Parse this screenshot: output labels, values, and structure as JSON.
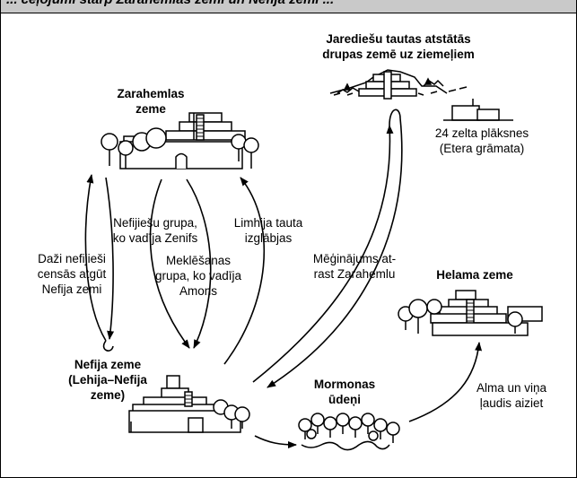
{
  "header": {
    "title": "... ceļojumi starp Zarahemlas zemi un Nefija zemi ..."
  },
  "places": {
    "zarahemla": [
      "Zarahemlas",
      "zeme"
    ],
    "jaredites": [
      "Jarediešu tautas atstātās",
      "drupas zemē uz ziemeļiem"
    ],
    "nephi": [
      "Nefija zeme",
      "(Lehija–Nefija",
      "zeme)"
    ],
    "mormon": [
      "Mormonas",
      "ūdeņi"
    ],
    "helam": [
      "Helama zeme"
    ]
  },
  "routes": {
    "zeniff": [
      "Nefijiešu grupa,",
      "ko vadīja Zenifs"
    ],
    "ammon": [
      "Meklēšanas",
      "grupa, ko vadīja",
      "Amons"
    ],
    "limhi": [
      "Limhija tauta",
      "izglābjas"
    ],
    "some_nephites": [
      "Daži nefijieši",
      "censās atgūt",
      "Nefija zemi"
    ],
    "search_zarahemla": [
      "Mēģinājums at-",
      "rast Zarahemlu"
    ],
    "alma": [
      "Alma un viņa",
      "ļaudis aiziet"
    ]
  },
  "notes": {
    "plates": [
      "24 zelta plāksnes",
      "(Etera grāmata)"
    ]
  }
}
